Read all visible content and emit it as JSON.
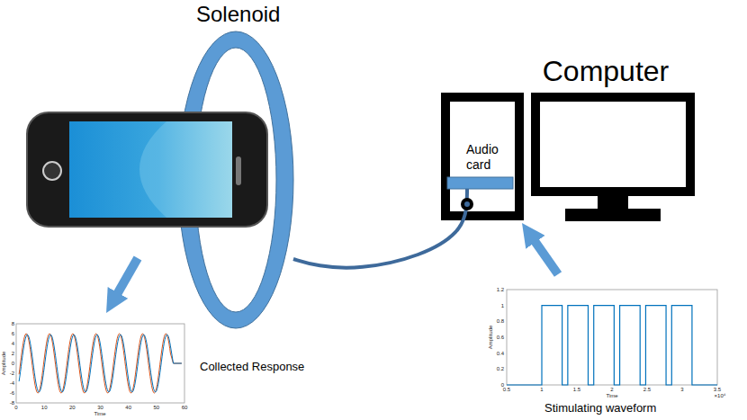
{
  "diagram": {
    "nodes": [
      {
        "text": [
          "Solenoid"
        ]
      },
      {
        "text": [
          "Computer"
        ]
      },
      {
        "text": [
          "Audio card"
        ],
        "in": 1
      },
      {
        "text": [
          "Collected Response"
        ]
      },
      {
        "text": [
          "Stimulating waveform"
        ]
      }
    ],
    "edges": [
      {
        "from": 2,
        "to": 0,
        "arrow": "none"
      },
      {
        "from": 4,
        "to": 1,
        "arrow": "to"
      }
    ],
    "labels": [
      "8",
      "6",
      "4",
      "2",
      "0",
      "-2",
      "-4",
      "-6",
      "-8",
      "0",
      "10",
      "20",
      "30",
      "40",
      "50",
      "60",
      "Time",
      "Amplitude",
      "1.2",
      "1",
      "0.8",
      "0.6",
      "0.4",
      "0.2",
      "0",
      "0.5",
      "1",
      "1.5",
      "2",
      "2.5",
      "3",
      "3.5",
      "×10⁴",
      "Time",
      "Amplitude"
    ]
  }
}
